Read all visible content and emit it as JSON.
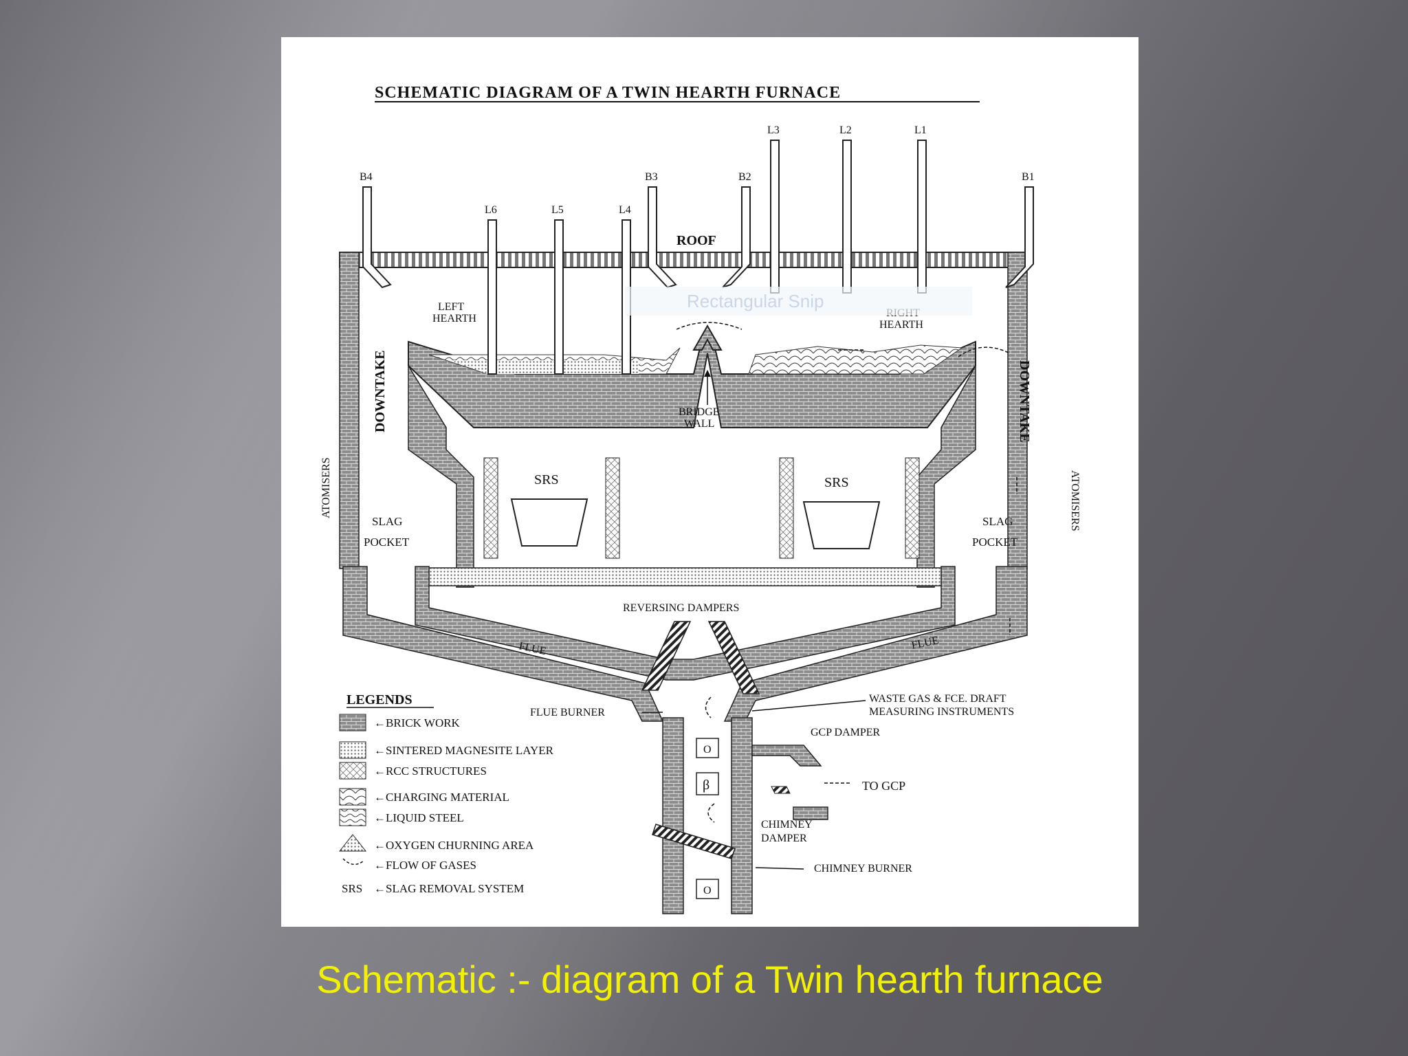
{
  "diagram": {
    "title": "SCHEMATIC DIAGRAM OF A TWIN HEARTH FURNACE",
    "roof": "ROOF",
    "lances": {
      "L1": "L1",
      "L2": "L2",
      "L3": "L3",
      "L4": "L4",
      "L5": "L5",
      "L6": "L6"
    },
    "burners": {
      "B1": "B1",
      "B2": "B2",
      "B3": "B3",
      "B4": "B4"
    },
    "left_hearth": [
      "LEFT",
      "HEARTH"
    ],
    "right_hearth": [
      "RIGHT",
      "HEARTH"
    ],
    "bridge_wall": [
      "BRIDGE",
      "WALL"
    ],
    "downtake": "DOWNTAKE",
    "atomisers": "ATOMISERS",
    "srs": "SRS",
    "slag_pocket": [
      "SLAG",
      "POCKET"
    ],
    "reversing_dampers": "REVERSING DAMPERS",
    "flue": "FLUE",
    "flue_burner": "FLUE BURNER",
    "waste_gas": [
      "WASTE GAS & FCE. DRAFT",
      "MEASURING INSTRUMENTS"
    ],
    "gcp_damper": "GCP DAMPER",
    "to_gcp": "TO GCP",
    "chimney_damper": [
      "CHIMNEY",
      "DAMPER"
    ],
    "chimney_burner": "CHIMNEY BURNER",
    "symbol_o": "O",
    "symbol_beta": "β",
    "watermark": "Rectangular Snip"
  },
  "legends": {
    "heading": "LEGENDS",
    "items": [
      "←BRICK WORK",
      "←SINTERED MAGNESITE LAYER",
      "←RCC STRUCTURES",
      "←CHARGING MATERIAL",
      "←LIQUID STEEL",
      "←OXYGEN CHURNING AREA",
      "←FLOW OF GASES",
      "←SLAG REMOVAL SYSTEM"
    ],
    "srs_prefix": "SRS"
  },
  "caption": "Schematic :- diagram of a Twin hearth furnace"
}
